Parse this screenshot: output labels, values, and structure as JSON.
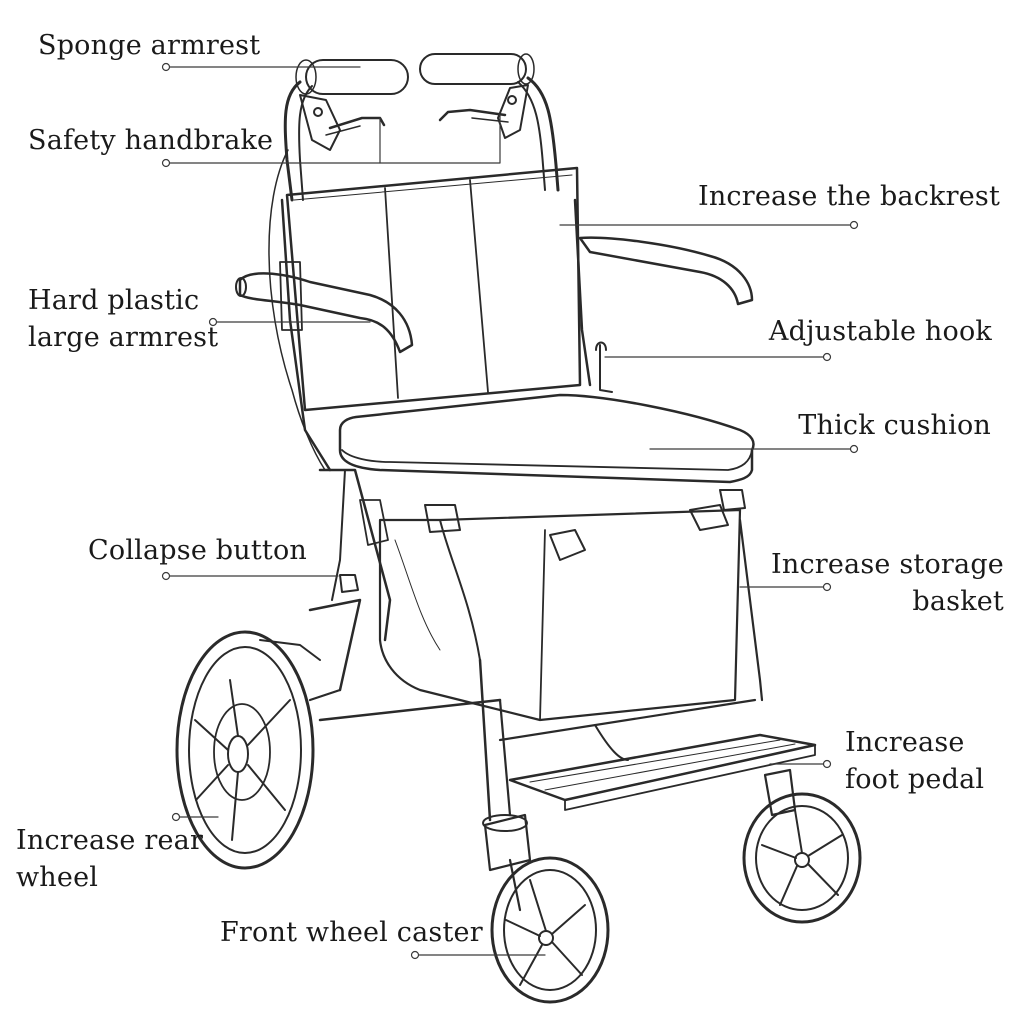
{
  "labels": {
    "sponge_armrest": "Sponge armrest",
    "safety_handbrake": "Safety handbrake",
    "hard_plastic_armrest": [
      "Hard plastic",
      "large armrest"
    ],
    "collapse_button": "Collapse button",
    "rear_wheel": [
      "Increase rear",
      "wheel"
    ],
    "front_wheel_caster": "Front wheel caster",
    "backrest": "Increase the backrest",
    "adjustable_hook": "Adjustable hook",
    "thick_cushion": "Thick cushion",
    "storage_basket": [
      "Increase storage",
      "basket"
    ],
    "foot_pedal": [
      "Increase",
      "foot pedal"
    ]
  },
  "colors": {
    "ink": "#2a2a2a",
    "background": "#ffffff"
  }
}
